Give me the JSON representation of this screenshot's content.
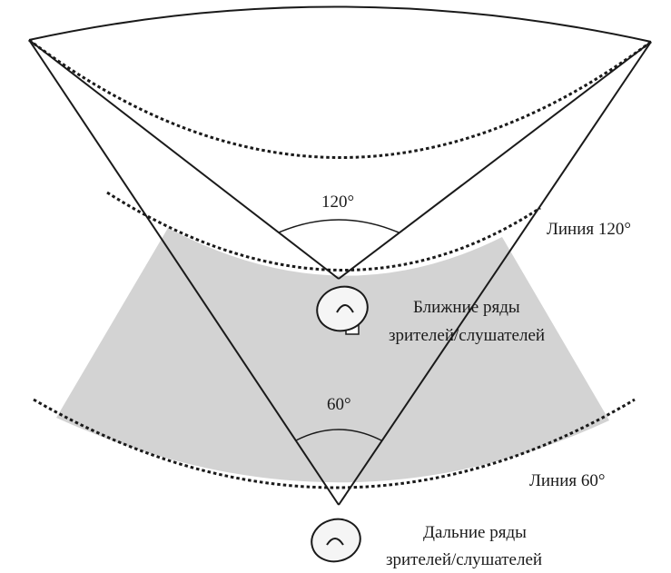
{
  "diagram": {
    "angles": {
      "wide": "120°",
      "narrow": "60°"
    },
    "lines": {
      "line120": "Линия 120°",
      "line60": "Линия 60°"
    },
    "near_rows": {
      "line1": "Ближние ряды",
      "line2": "зрителей/слушателей"
    },
    "far_rows": {
      "line1": "Дальние ряды",
      "line2": "зрителей/слушателей"
    },
    "colors": {
      "zone_fill": "#d3d3d3",
      "stroke": "#1a1a1a",
      "background": "#ffffff"
    }
  }
}
